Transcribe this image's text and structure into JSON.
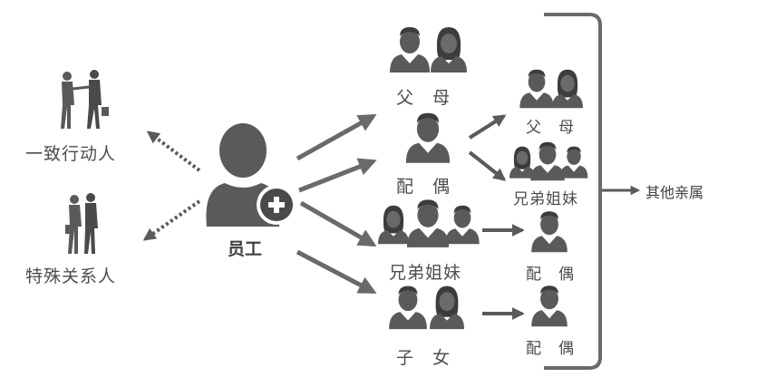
{
  "center": {
    "label": "员工"
  },
  "left": {
    "companion_label": "一致行动人",
    "special_label": "特殊关系人"
  },
  "branches": {
    "parents": "父　母",
    "spouse": "配　偶",
    "siblings": "兄弟姐妹",
    "children": "子　女"
  },
  "secondary": {
    "spouse_parents": "父　母",
    "spouse_siblings": "兄弟姐妹",
    "sibling_spouse": "配　偶",
    "child_spouse": "配　偶"
  },
  "right": {
    "other_relatives": "其他亲属"
  },
  "colors": {
    "figure": "#5a5a5a",
    "figure_dark": "#3c3c3c",
    "arrow": "#6a6a6a",
    "bracket": "#6a6a6a"
  },
  "icons": [
    "person-pair-icon",
    "person-icon",
    "family-group-icon",
    "walking-pair-icon",
    "plus-badge-icon"
  ]
}
